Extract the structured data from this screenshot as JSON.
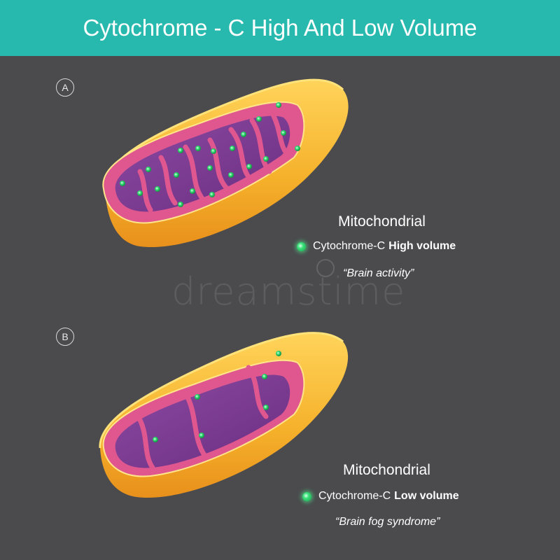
{
  "title": "Cytochrome - C High And Low Volume",
  "watermark": "dreamstime",
  "panels": [
    {
      "letter": "A",
      "heading": "Mitochondrial",
      "legend_prefix": "Cytochrome-C",
      "legend_bold": "High volume",
      "quote": "“Brain activity”"
    },
    {
      "letter": "B",
      "heading": "Mitochondrial",
      "legend_prefix": "Cytochrome-C",
      "legend_bold": "Low volume",
      "quote": "“Brain fog syndrome”"
    }
  ],
  "colors": {
    "background": "#4b4b4d",
    "title_bar": "#27b9ae",
    "outer_membrane": "#f5b52a",
    "matrix": "#7a3a8e",
    "inner_membrane": "#e0578f",
    "cytochrome_dot": "#3be07a"
  }
}
